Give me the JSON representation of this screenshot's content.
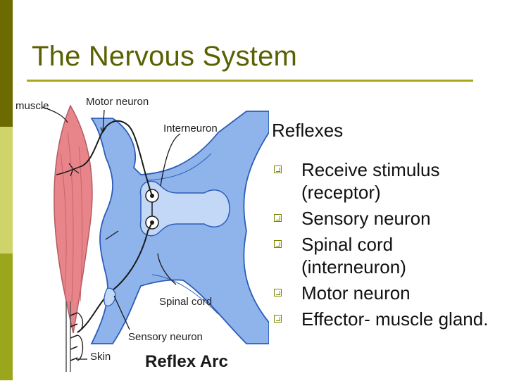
{
  "slide": {
    "title": "The Nervous System"
  },
  "figure": {
    "labels": {
      "muscle": "muscle",
      "motor_neuron": "Motor neuron",
      "interneuron": "Interneuron",
      "spinal_cord": "Spinal cord",
      "sensory_neuron": "Sensory neuron",
      "skin": "Skin",
      "caption": "Reflex Arc"
    },
    "colors": {
      "muscle": "#e8858a",
      "spinal_cord": "#8fb4ec",
      "cord_core": "#c3d8f6",
      "nerve": "#1a1a1a"
    }
  },
  "content": {
    "heading": "Reflexes",
    "bullets": [
      "Receive stimulus (receptor)",
      "Sensory neuron",
      "Spinal cord (interneuron)",
      "Motor neuron",
      "Effector- muscle gland."
    ]
  },
  "theme": {
    "stripe_dark": "#6b6b00",
    "stripe_light": "#cfd46a",
    "stripe_mid": "#9aa61c",
    "title_color": "#5a6100",
    "rule_color": "#a9a81c",
    "bullet_icon": "hollow-square-bullet-icon"
  }
}
